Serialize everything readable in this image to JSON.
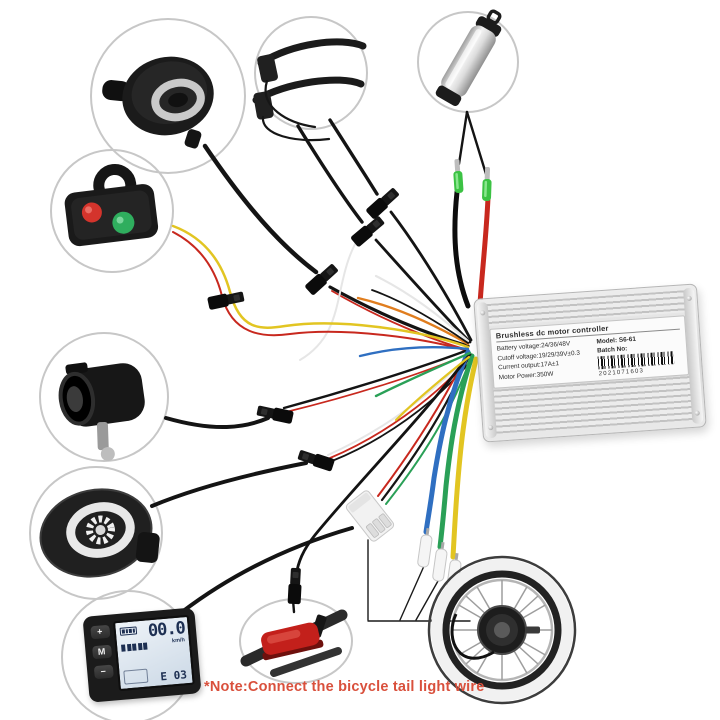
{
  "image": {
    "background": "#ffffff"
  },
  "controller": {
    "title": "Brushless dc motor controller",
    "specs": [
      "Battery voltage:24/36/48V",
      "Cutoff voltage:19/29/39V±0.3",
      "Current output:17A±1",
      "Motor Power:350W"
    ],
    "model_label": "Model:",
    "model_value": "S6-61",
    "batch_label": "Batch No:",
    "barcode_number": "2021071603"
  },
  "display": {
    "buttons": [
      "+",
      "M",
      "−"
    ],
    "speed": "00.0",
    "speed_unit": "km/h",
    "status_code": "E 03"
  },
  "note": {
    "text": "*Note:Connect the bicycle tail light wire",
    "color": "#d9503c"
  },
  "wire_colors": {
    "black": "#141414",
    "red": "#c8281e",
    "yellow": "#e2c522",
    "blue": "#2f6fc1",
    "green": "#2aa057",
    "orange": "#e07d1e",
    "white": "#e6e6e6",
    "terminal_green": "#3cc244"
  },
  "components": [
    "thumb-throttle",
    "handlebar-switch",
    "headlight",
    "pas-sensor",
    "lcd-display",
    "brake-levers",
    "bottle-battery",
    "motor-controller",
    "hub-motor-wheel",
    "tail-light"
  ]
}
